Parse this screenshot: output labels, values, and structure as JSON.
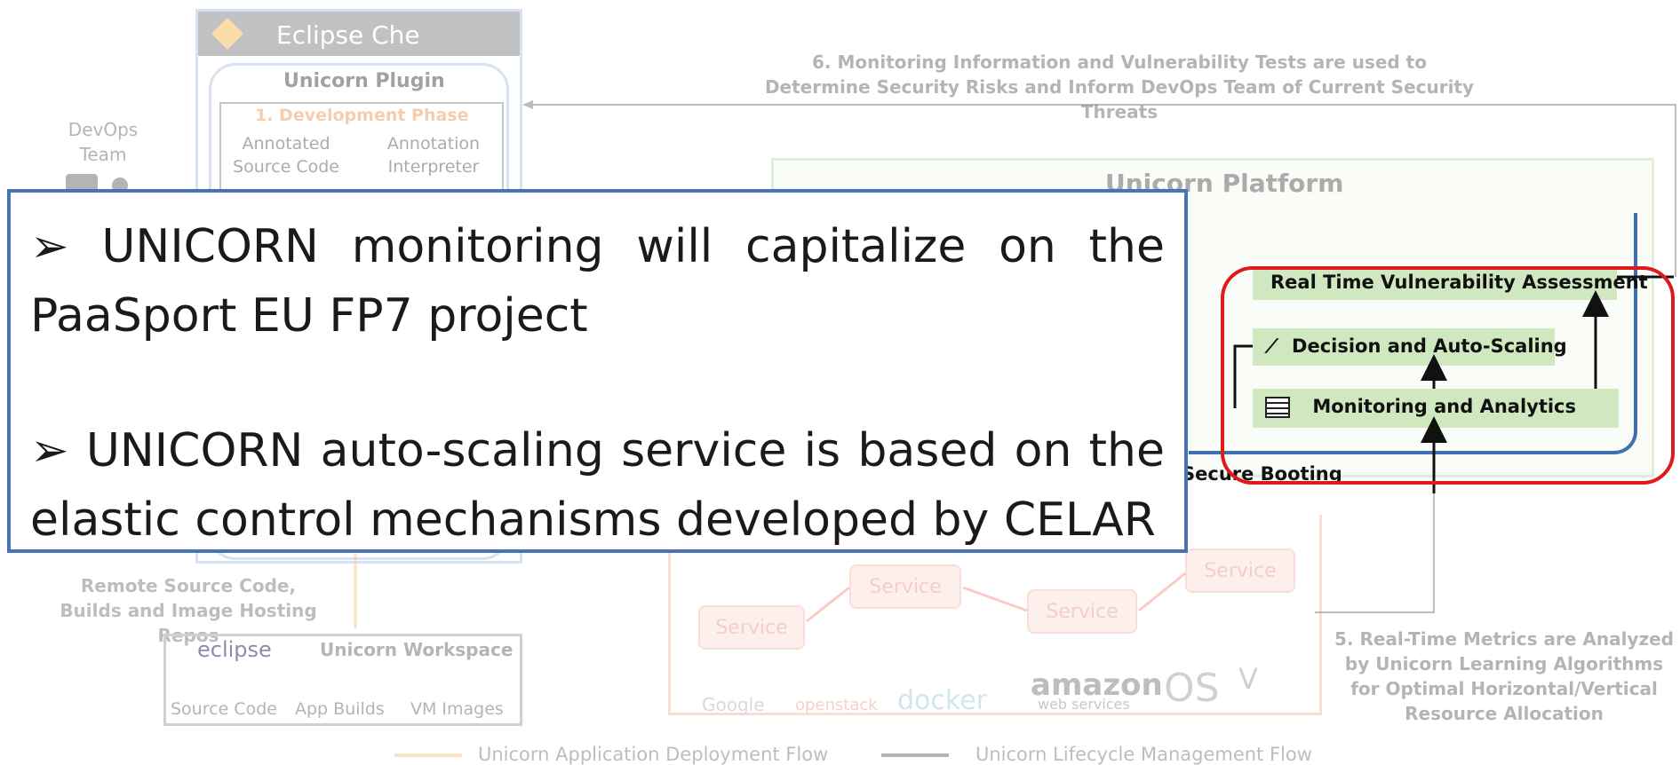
{
  "eclipse_che": {
    "title": "Eclipse Che",
    "plugin_title": "Unicorn Plugin",
    "phase": "1. Development Phase",
    "annotated_source": "Annotated Source Code",
    "annotation_interpreter": "Annotation Interpreter"
  },
  "devops": {
    "label": "DevOps Team"
  },
  "step6": "6. Monitoring Information and Vulnerability Tests are used to Determine Security Risks and Inform DevOps Team of Current Security Threats",
  "platform": {
    "title": "Unicorn Platform",
    "rt_vuln": "Real Time Vulnerability Assessment",
    "decision": "Decision and Auto-Scaling",
    "monitoring": "Monitoring and Analytics",
    "secure_booting": "Secure Booting"
  },
  "overlay": {
    "bullet1": "UNICORN monitoring will capitalize on the PaaSport EU FP7 project",
    "bullet2": "UNICORN auto-scaling service is based on the elastic control mechanisms developed by CELAR"
  },
  "repos": {
    "label": "Remote Source Code, Builds and Image Hosting Repos"
  },
  "workspace": {
    "eclipse": "eclipse",
    "title": "Unicorn Workspace",
    "items": [
      "Source Code",
      "App Builds",
      "VM Images"
    ]
  },
  "services": [
    "Service",
    "Service",
    "Service",
    "Service"
  ],
  "providers": [
    "Google",
    "openstack",
    "docker",
    "amazon",
    "web services",
    "OS",
    "V"
  ],
  "step5": "5. Real-Time Metrics are Analyzed by Unicorn Learning Algorithms for Optimal Horizontal/Vertical Resource Allocation",
  "legend": {
    "deployment": "Unicorn Application Deployment Flow",
    "lifecycle": "Unicorn Lifecycle Management Flow"
  },
  "colors": {
    "highlight": "#e0191b",
    "overlay_border": "#4a73b5",
    "green": "#cfe8bf"
  }
}
